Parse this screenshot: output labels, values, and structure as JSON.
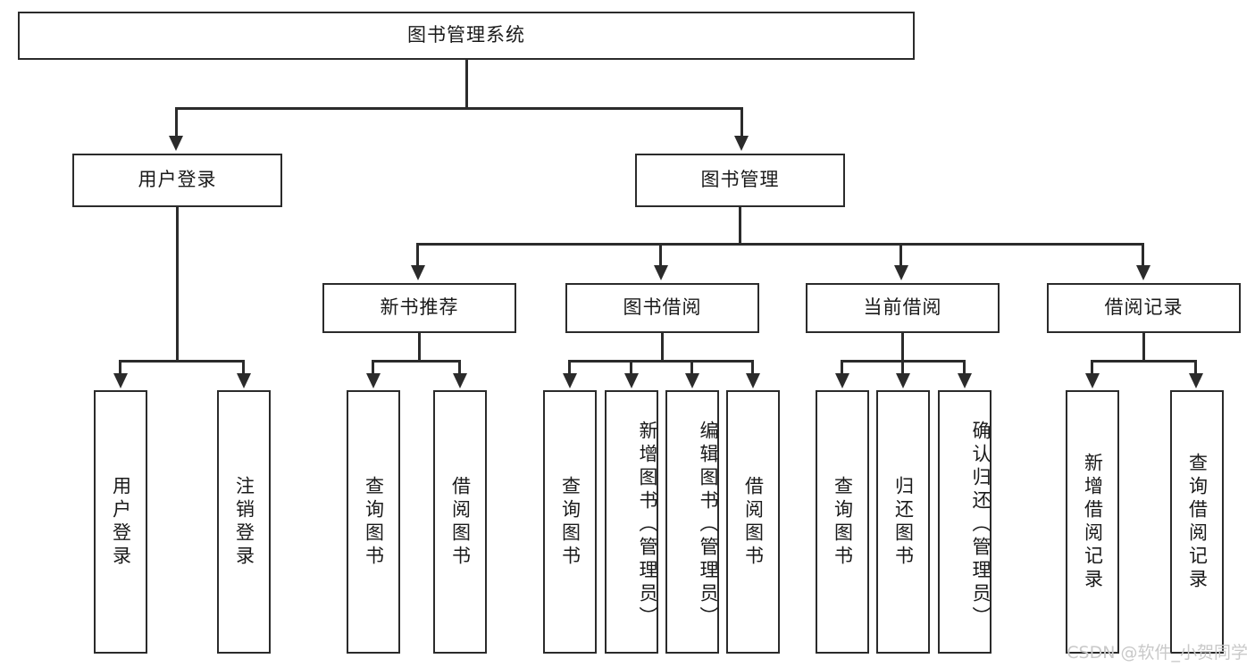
{
  "diagram": {
    "type": "tree",
    "title": "图书管理系统",
    "root": {
      "label": "图书管理系统",
      "name": "node-root"
    },
    "level1": [
      {
        "label": "用户登录",
        "name": "node-user-login"
      },
      {
        "label": "图书管理",
        "name": "node-book-management"
      }
    ],
    "level2": [
      {
        "label": "新书推荐",
        "name": "node-new-book-recommend"
      },
      {
        "label": "图书借阅",
        "name": "node-book-borrow"
      },
      {
        "label": "当前借阅",
        "name": "node-current-borrow"
      },
      {
        "label": "借阅记录",
        "name": "node-borrow-record"
      }
    ],
    "leaves": {
      "user_login": [
        {
          "label": "用户登录",
          "name": "leaf-user-login"
        },
        {
          "label": "注销登录",
          "name": "leaf-logout"
        }
      ],
      "new_book_recommend": [
        {
          "label": "查询图书",
          "name": "leaf-query-book-1"
        },
        {
          "label": "借阅图书",
          "name": "leaf-borrow-book-1"
        }
      ],
      "book_borrow": [
        {
          "label": "查询图书",
          "name": "leaf-query-book-2"
        },
        {
          "label": "新增图书（管理员）",
          "name": "leaf-add-book-admin"
        },
        {
          "label": "编辑图书（管理员）",
          "name": "leaf-edit-book-admin"
        },
        {
          "label": "借阅图书",
          "name": "leaf-borrow-book-2"
        }
      ],
      "current_borrow": [
        {
          "label": "查询图书",
          "name": "leaf-query-book-3"
        },
        {
          "label": "归还图书",
          "name": "leaf-return-book"
        },
        {
          "label": "确认归还（管理员）",
          "name": "leaf-confirm-return-admin"
        }
      ],
      "borrow_record": [
        {
          "label": "新增借阅记录",
          "name": "leaf-add-borrow-record"
        },
        {
          "label": "查询借阅记录",
          "name": "leaf-query-borrow-record"
        }
      ]
    }
  },
  "watermark": {
    "text": "CSDN @软件_小贺同学"
  },
  "colors": {
    "stroke": "#2b2b2b",
    "fill": "#ffffff",
    "text": "#1a1a1a",
    "watermark": "#c9c9c9"
  }
}
